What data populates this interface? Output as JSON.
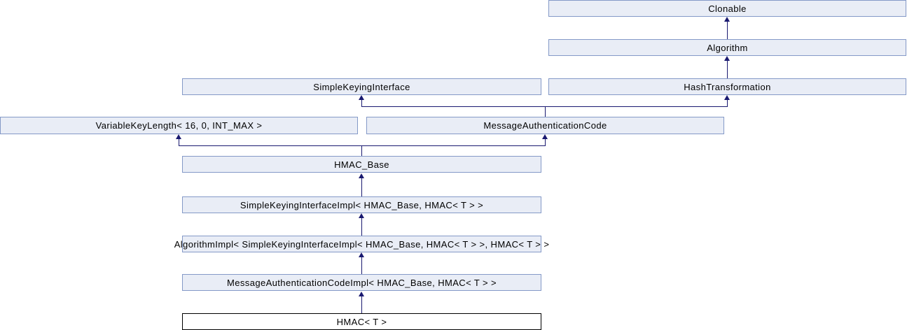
{
  "diagram": {
    "type": "class-inheritance-graph",
    "nodes": {
      "clonable": {
        "label": "Clonable"
      },
      "algorithm": {
        "label": "Algorithm"
      },
      "simple_keying_interface": {
        "label": "SimpleKeyingInterface"
      },
      "hash_transformation": {
        "label": "HashTransformation"
      },
      "variable_key_length": {
        "label": "VariableKeyLength< 16, 0, INT_MAX >"
      },
      "message_authentication_code": {
        "label": "MessageAuthenticationCode"
      },
      "hmac_base": {
        "label": "HMAC_Base"
      },
      "simple_keying_interface_impl": {
        "label": "SimpleKeyingInterfaceImpl< HMAC_Base, HMAC< T > >"
      },
      "algorithm_impl": {
        "label": "AlgorithmImpl< SimpleKeyingInterfaceImpl< HMAC_Base, HMAC< T > >, HMAC< T > >"
      },
      "message_authentication_code_impl": {
        "label": "MessageAuthenticationCodeImpl< HMAC_Base, HMAC< T > >"
      },
      "hmac": {
        "label": "HMAC< T >",
        "is_main": true
      }
    },
    "edges": [
      {
        "from": "algorithm",
        "to": "clonable"
      },
      {
        "from": "hash_transformation",
        "to": "algorithm"
      },
      {
        "from": "message_authentication_code",
        "to": "simple_keying_interface"
      },
      {
        "from": "message_authentication_code",
        "to": "hash_transformation"
      },
      {
        "from": "hmac_base",
        "to": "variable_key_length"
      },
      {
        "from": "hmac_base",
        "to": "message_authentication_code"
      },
      {
        "from": "simple_keying_interface_impl",
        "to": "hmac_base"
      },
      {
        "from": "algorithm_impl",
        "to": "simple_keying_interface_impl"
      },
      {
        "from": "message_authentication_code_impl",
        "to": "algorithm_impl"
      },
      {
        "from": "hmac",
        "to": "message_authentication_code_impl"
      }
    ],
    "colors": {
      "node_fill": "#e9edf6",
      "node_border": "#8499c7",
      "main_fill": "#ffffff",
      "main_border": "#000000",
      "edge": "#191970",
      "text": "#000000"
    }
  }
}
